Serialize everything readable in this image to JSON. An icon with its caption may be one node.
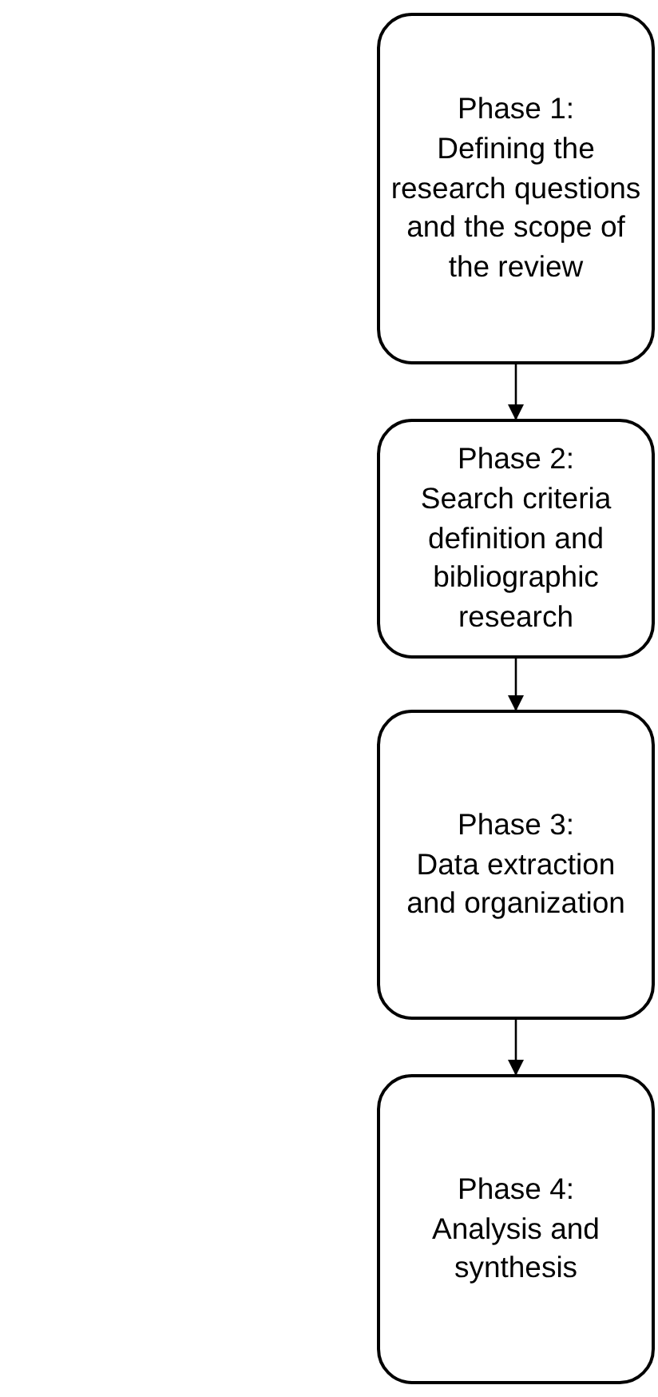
{
  "diagram": {
    "nodes": [
      {
        "text": [
          "Phase 1:",
          "Defining the research questions and the scope of the review"
        ]
      },
      {
        "text": [
          "Phase 2:",
          "Search criteria definition and bibliographic research"
        ]
      },
      {
        "text": [
          "Phase 3:",
          "Data extraction and organization"
        ]
      },
      {
        "text": [
          "Phase 4:",
          "Analysis and synthesis"
        ]
      }
    ],
    "edges": [
      {
        "from": 0,
        "to": 1,
        "arrow": "to"
      },
      {
        "from": 1,
        "to": 2,
        "arrow": "to"
      },
      {
        "from": 2,
        "to": 3,
        "arrow": "to"
      }
    ]
  }
}
